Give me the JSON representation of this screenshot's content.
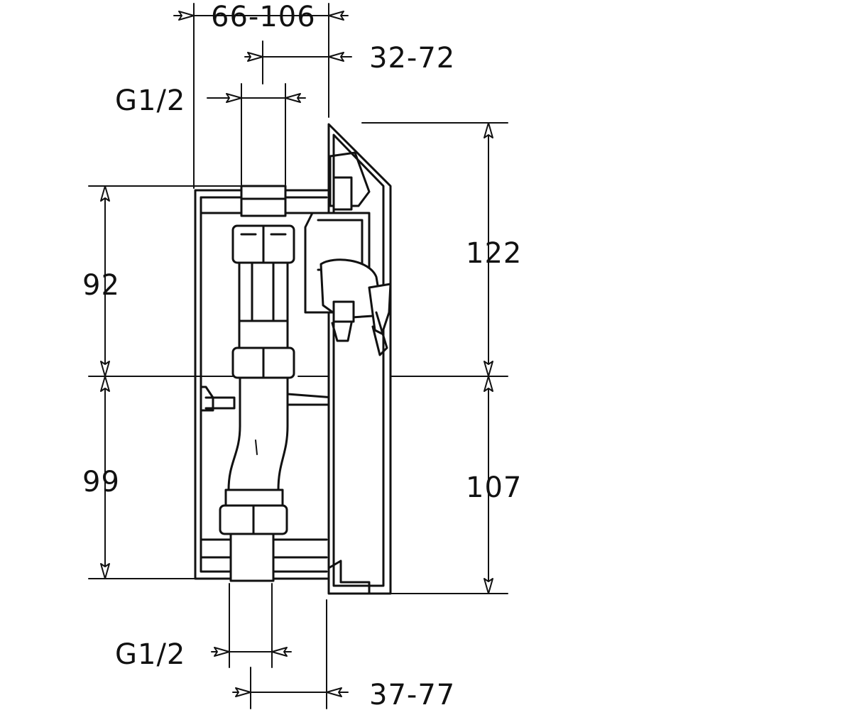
{
  "drawing": {
    "dimensions": {
      "top_wall_range": "66-106",
      "top_offset_range": "32-72",
      "top_thread": "G1/2",
      "upper_height": "92",
      "lower_height": "99",
      "upper_height_right": "122",
      "lower_height_right": "107",
      "bottom_thread": "G1/2",
      "bottom_offset_range": "37-77"
    }
  }
}
